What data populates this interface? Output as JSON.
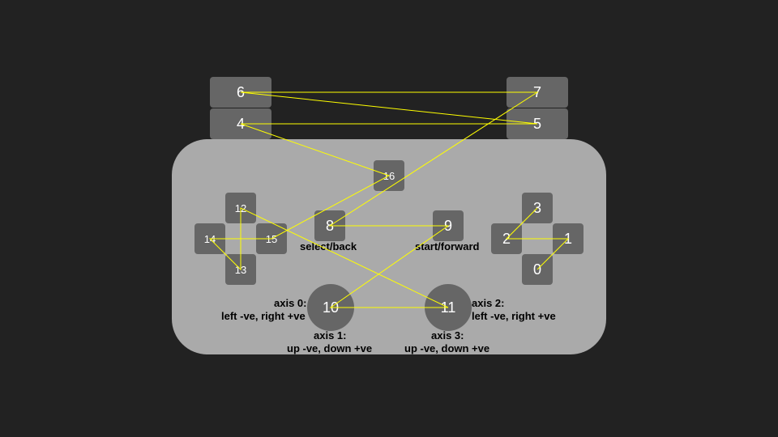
{
  "colors": {
    "background": "#222222",
    "pad_body": "#aaaaaa",
    "button": "#666666",
    "button_text": "#ffffff",
    "label_text": "#000000",
    "trace_line": "#ffff00"
  },
  "buttons": {
    "b0": "0",
    "b1": "1",
    "b2": "2",
    "b3": "3",
    "b4": "4",
    "b5": "5",
    "b6": "6",
    "b7": "7",
    "b8": "8",
    "b9": "9",
    "b10": "10",
    "b11": "11",
    "b12": "12",
    "b13": "13",
    "b14": "14",
    "b15": "15",
    "b16": "16"
  },
  "labels": {
    "select": "select/back",
    "start": "start/forward",
    "axis0_title": "axis 0:",
    "axis0_desc": "left -ve, right +ve",
    "axis1_title": "axis 1:",
    "axis1_desc": "up -ve, down +ve",
    "axis2_title": "axis 2:",
    "axis2_desc": "left -ve, right +ve",
    "axis3_title": "axis 3:",
    "axis3_desc": "up -ve, down +ve"
  },
  "trace_sequence": [
    "b6",
    "b7",
    "b8",
    "b9",
    "b10",
    "b11",
    "b12",
    "b13",
    "b14",
    "b15",
    "b16",
    "b4",
    "b5",
    "b6"
  ],
  "trace_sequence_right": [
    "b3",
    "b2",
    "b1",
    "b0"
  ]
}
